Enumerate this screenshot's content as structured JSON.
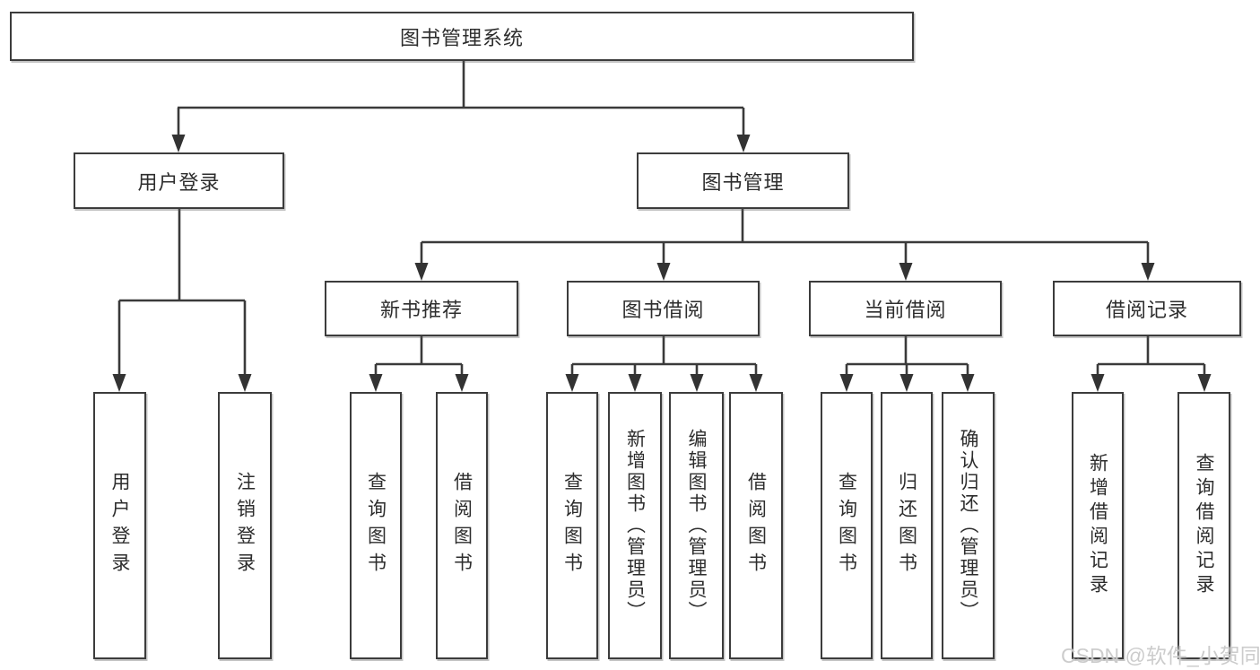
{
  "tree": {
    "root": {
      "label": "图书管理系统"
    },
    "branches": [
      {
        "label": "用户登录",
        "children": [
          {
            "label": "用户登录"
          },
          {
            "label": "注销登录"
          }
        ]
      },
      {
        "label": "图书管理",
        "children": [
          {
            "label": "新书推荐",
            "children": [
              {
                "label": "查询图书"
              },
              {
                "label": "借阅图书"
              }
            ]
          },
          {
            "label": "图书借阅",
            "children": [
              {
                "label": "查询图书"
              },
              {
                "label": "新增图书（管理员）"
              },
              {
                "label": "编辑图书（管理员）"
              },
              {
                "label": "借阅图书"
              }
            ]
          },
          {
            "label": "当前借阅",
            "children": [
              {
                "label": "查询图书"
              },
              {
                "label": "归还图书"
              },
              {
                "label": "确认归还（管理员）"
              }
            ]
          },
          {
            "label": "借阅记录",
            "children": [
              {
                "label": "新增借阅记录"
              },
              {
                "label": "查询借阅记录"
              }
            ]
          }
        ]
      }
    ]
  },
  "watermark": {
    "text": "CSDN @软件_小贺同学"
  },
  "colors": {
    "line": "#3a3a3a",
    "box_border": "#3c3c3c",
    "text": "#2d2d2d",
    "background": "#ffffff",
    "watermark": "#c9c9c9"
  }
}
